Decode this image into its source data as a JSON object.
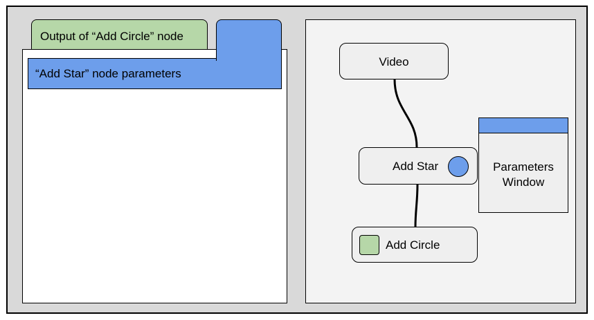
{
  "left_panel": {
    "output_tab_label": "Output of “Add Circle” node",
    "parameters_header": "“Add Star” node parameters"
  },
  "node_graph": {
    "nodes": {
      "video": "Video",
      "add_star": "Add Star",
      "add_circle": "Add Circle"
    },
    "parameters_window": {
      "line1": "Parameters",
      "line2": "Window"
    }
  },
  "colors": {
    "blue": "#6d9eeb",
    "green": "#b6d7a8",
    "node_fill": "#efefef",
    "frame_gray": "#d9d9d9"
  }
}
